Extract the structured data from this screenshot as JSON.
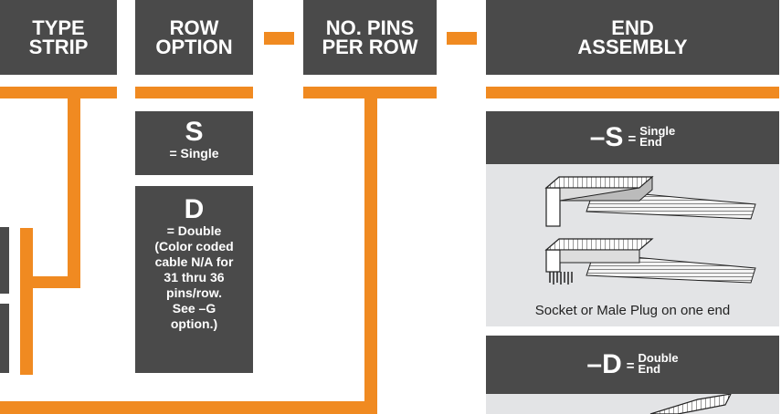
{
  "headers": {
    "type_strip": [
      "TYPE",
      "STRIP"
    ],
    "row_option": [
      "ROW",
      "OPTION"
    ],
    "pins_per_row": [
      "NO. PINS",
      "PER ROW"
    ],
    "end_assembly": [
      "END",
      "ASSEMBLY"
    ]
  },
  "row_options": {
    "single": {
      "code": "S",
      "desc": "= Single"
    },
    "double": {
      "code": "D",
      "desc_lines": [
        "= Double",
        "(Color coded",
        "cable N/A for",
        "31 thru 36",
        "pins/row.",
        "See –G",
        "option.)"
      ]
    }
  },
  "end_assembly": {
    "single": {
      "code": "–S",
      "eq": "=",
      "sub": [
        "Single",
        "End"
      ]
    },
    "single_caption": "Socket or Male Plug on one end",
    "double": {
      "code": "–D",
      "eq": "=",
      "sub": [
        "Double",
        "End"
      ]
    }
  },
  "colors": {
    "header_bg": "#4a4a4a",
    "accent": "#f08a21",
    "panel_bg": "#e3e4e6"
  }
}
